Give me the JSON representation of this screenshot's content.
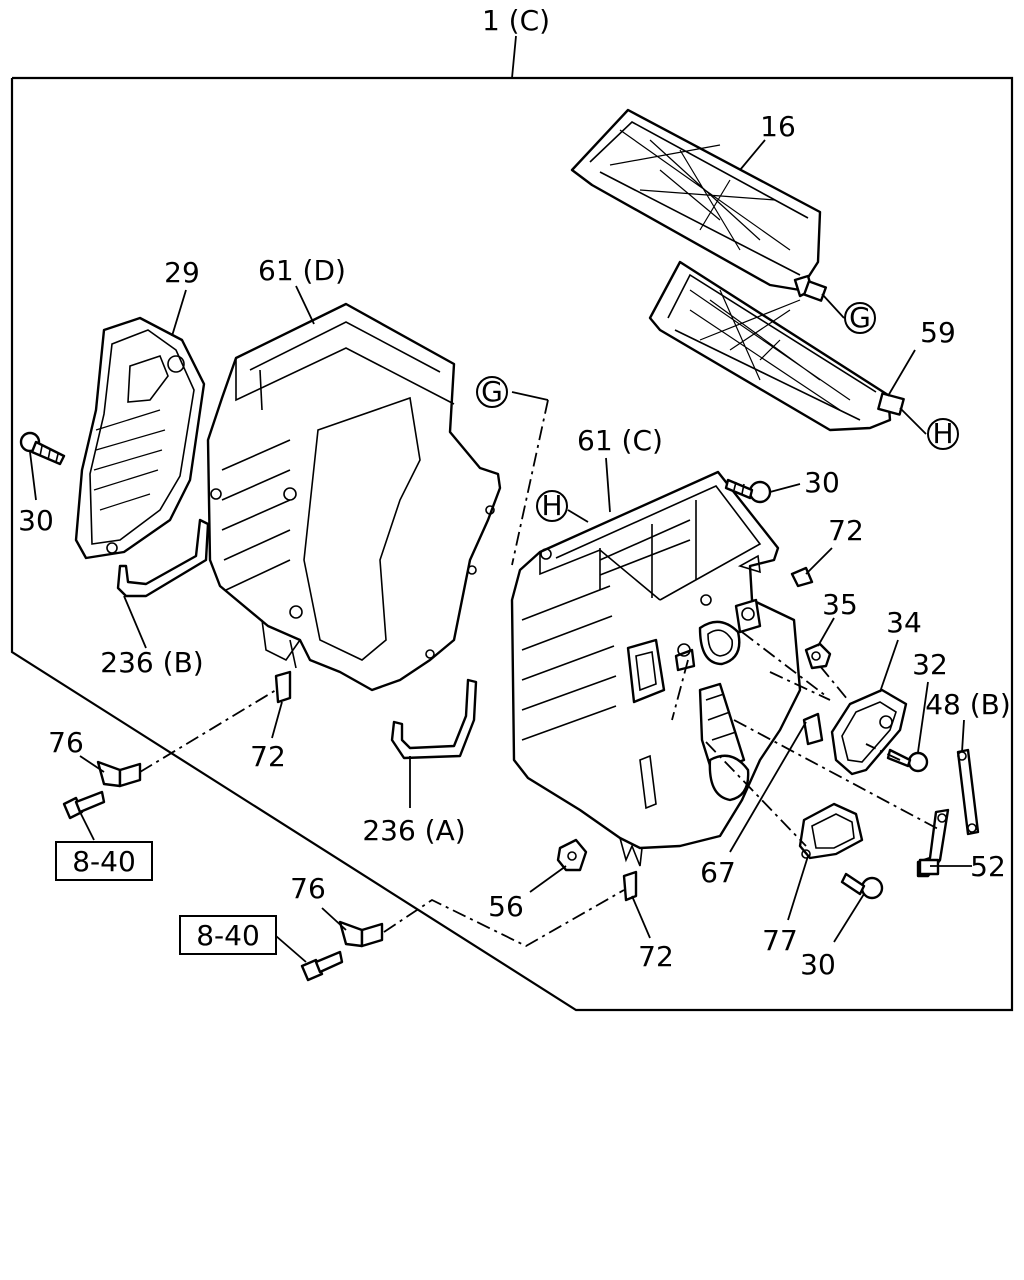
{
  "title": "1 (C)",
  "labels": {
    "p16": "16",
    "p59": "59",
    "p29": "29",
    "p61d": "61 (D)",
    "p61c": "61 (C)",
    "p30_left": "30",
    "p30_mid": "30",
    "p30_bot": "30",
    "p72_top": "72",
    "p72_left": "72",
    "p72_bot": "72",
    "p35": "35",
    "p34": "34",
    "p32": "32",
    "p48b": "48 (B)",
    "p52": "52",
    "p67": "67",
    "p77": "77",
    "p56": "56",
    "p76_left": "76",
    "p76_bot": "76",
    "p236b": "236 (B)",
    "p236a": "236 (A)"
  },
  "callouts": {
    "g1": "G",
    "g2": "G",
    "h1": "H",
    "h2": "H"
  },
  "ref_boxes": {
    "ref1": "8-40",
    "ref2": "8-40"
  }
}
